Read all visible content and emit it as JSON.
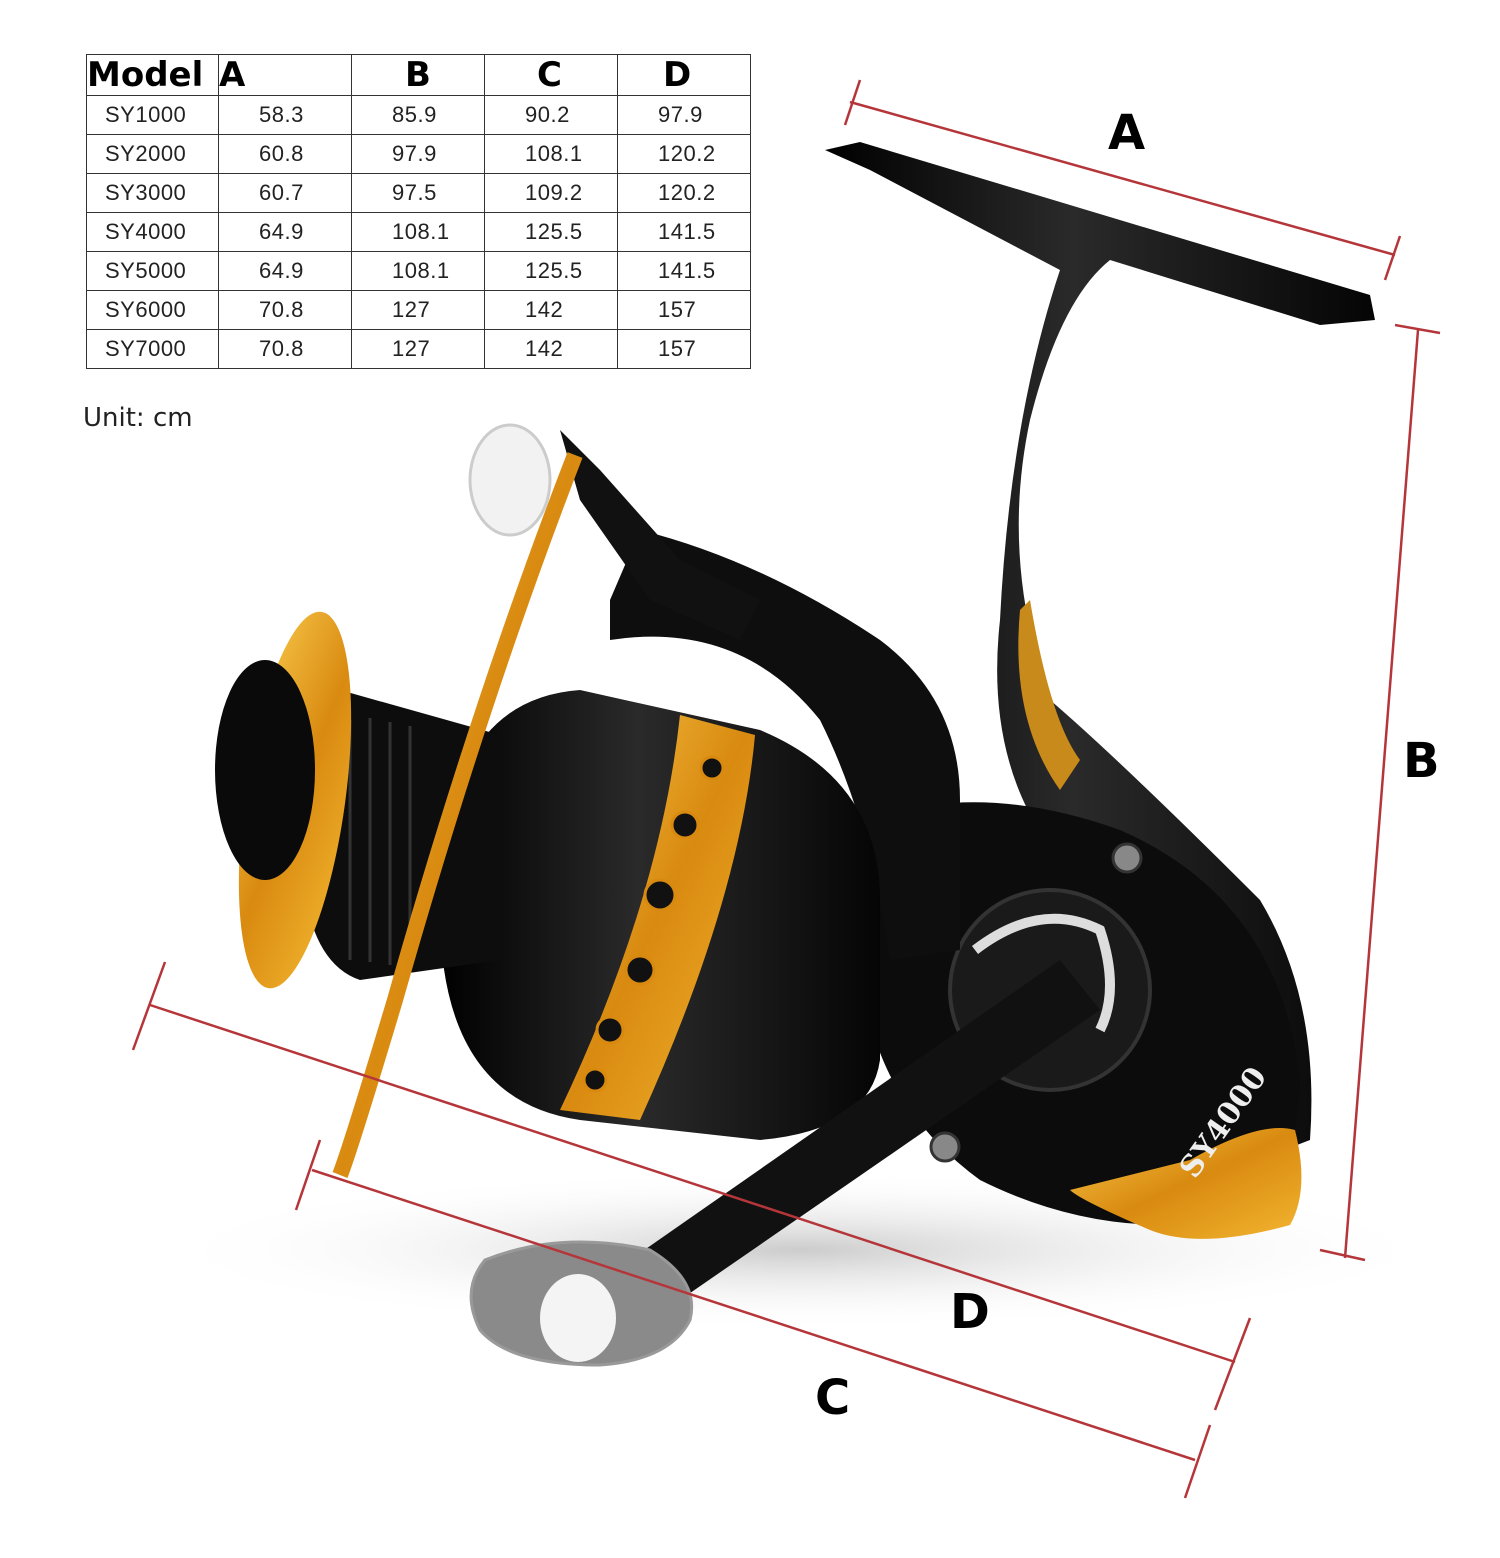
{
  "table": {
    "headers": [
      "Model",
      "A",
      "B",
      "C",
      "D"
    ],
    "rows": [
      [
        "SY1000",
        "58.3",
        "85.9",
        "90.2",
        "97.9"
      ],
      [
        "SY2000",
        "60.8",
        "97.9",
        "108.1",
        "120.2"
      ],
      [
        "SY3000",
        "60.7",
        "97.5",
        "109.2",
        "120.2"
      ],
      [
        "SY4000",
        "64.9",
        "108.1",
        "125.5",
        "141.5"
      ],
      [
        "SY5000",
        "64.9",
        "108.1",
        "125.5",
        "141.5"
      ],
      [
        "SY6000",
        "70.8",
        "127",
        "142",
        "157"
      ],
      [
        "SY7000",
        "70.8",
        "127",
        "142",
        "157"
      ]
    ]
  },
  "unit_note": "Unit: cm",
  "dimensions": {
    "a": "A",
    "b": "B",
    "c": "C",
    "d": "D"
  },
  "product": {
    "model_label": "SY4000"
  },
  "colors": {
    "dimension_line": "#b5363a",
    "gold": "#e0a020",
    "body": "#111111"
  }
}
